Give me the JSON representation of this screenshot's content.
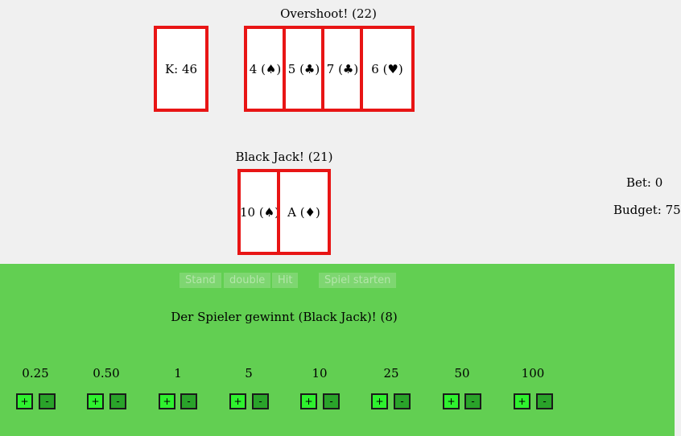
{
  "dealer": {
    "status": "Overshoot! (22)",
    "hidden_card": "K: 46",
    "cards": [
      "4 (♠)",
      "5 (♣)",
      "7 (♣)",
      "6 (♥)"
    ]
  },
  "player": {
    "status": "Black Jack! (21)",
    "cards": [
      "10 (♠)",
      "A (♦)"
    ]
  },
  "sidebar": {
    "bet": "Bet: 0",
    "budget": "Budget: 75"
  },
  "controls": {
    "stand": "Stand",
    "double": "double",
    "hit": "Hit",
    "start": "Spiel starten"
  },
  "result": "Der Spieler gewinnt (Black Jack)! (8)",
  "chips": [
    {
      "value": "0.25",
      "plus": "+",
      "minus": "-"
    },
    {
      "value": "0.50",
      "plus": "+",
      "minus": "-"
    },
    {
      "value": "1",
      "plus": "+",
      "minus": "-"
    },
    {
      "value": "5",
      "plus": "+",
      "minus": "-"
    },
    {
      "value": "10",
      "plus": "+",
      "minus": "-"
    },
    {
      "value": "25",
      "plus": "+",
      "minus": "-"
    },
    {
      "value": "50",
      "plus": "+",
      "minus": "-"
    },
    {
      "value": "100",
      "plus": "+",
      "minus": "-"
    }
  ],
  "colors": {
    "card_border": "#e81515",
    "table_felt": "#62cf52",
    "chip_plus": "#2ef22e",
    "chip_minus": "#2aa32a"
  }
}
